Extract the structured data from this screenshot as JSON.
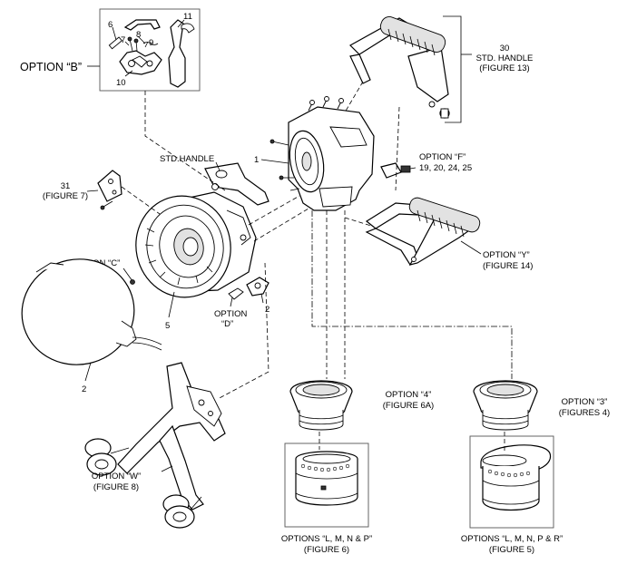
{
  "labels": {
    "option_b": "OPTION “B”",
    "part_6": "6",
    "part_7": "7",
    "part_8": "8",
    "part_9": "9",
    "part_10": "10",
    "part_11": "11",
    "part_30": "30",
    "std_handle_30": "STD. HANDLE",
    "figure_13": "(FIGURE 13)",
    "part_1": "1",
    "std_handle": "STD.HANDLE",
    "option_f": "OPTION “F”",
    "option_f_parts": "19, 20, 24, 25",
    "part_31": "31",
    "figure_7": "(FIGURE 7)",
    "option_c": "OPTION “C”",
    "option_y": "OPTION “Y”",
    "figure_14": "(FIGURE 14)",
    "part_5": "5",
    "option_d_1": "OPTION",
    "option_d_2": "“D”",
    "part_2a": "2",
    "part_2b": "2",
    "option_4": "OPTION “4”",
    "figure_6a": "(FIGURE 6A)",
    "option_3": "OPTION “3”",
    "figures_4": "(FIGURES  4)",
    "option_w": "OPTION “W”",
    "figure_8": "(FIGURE 8)",
    "options_lmnp": "OPTIONS “L, M, N & P”",
    "figure_6": "(FIGURE  6)",
    "options_lmnpr": "OPTIONS “L, M, N, P & R”",
    "figure_5": "(FIGURE  5)"
  }
}
